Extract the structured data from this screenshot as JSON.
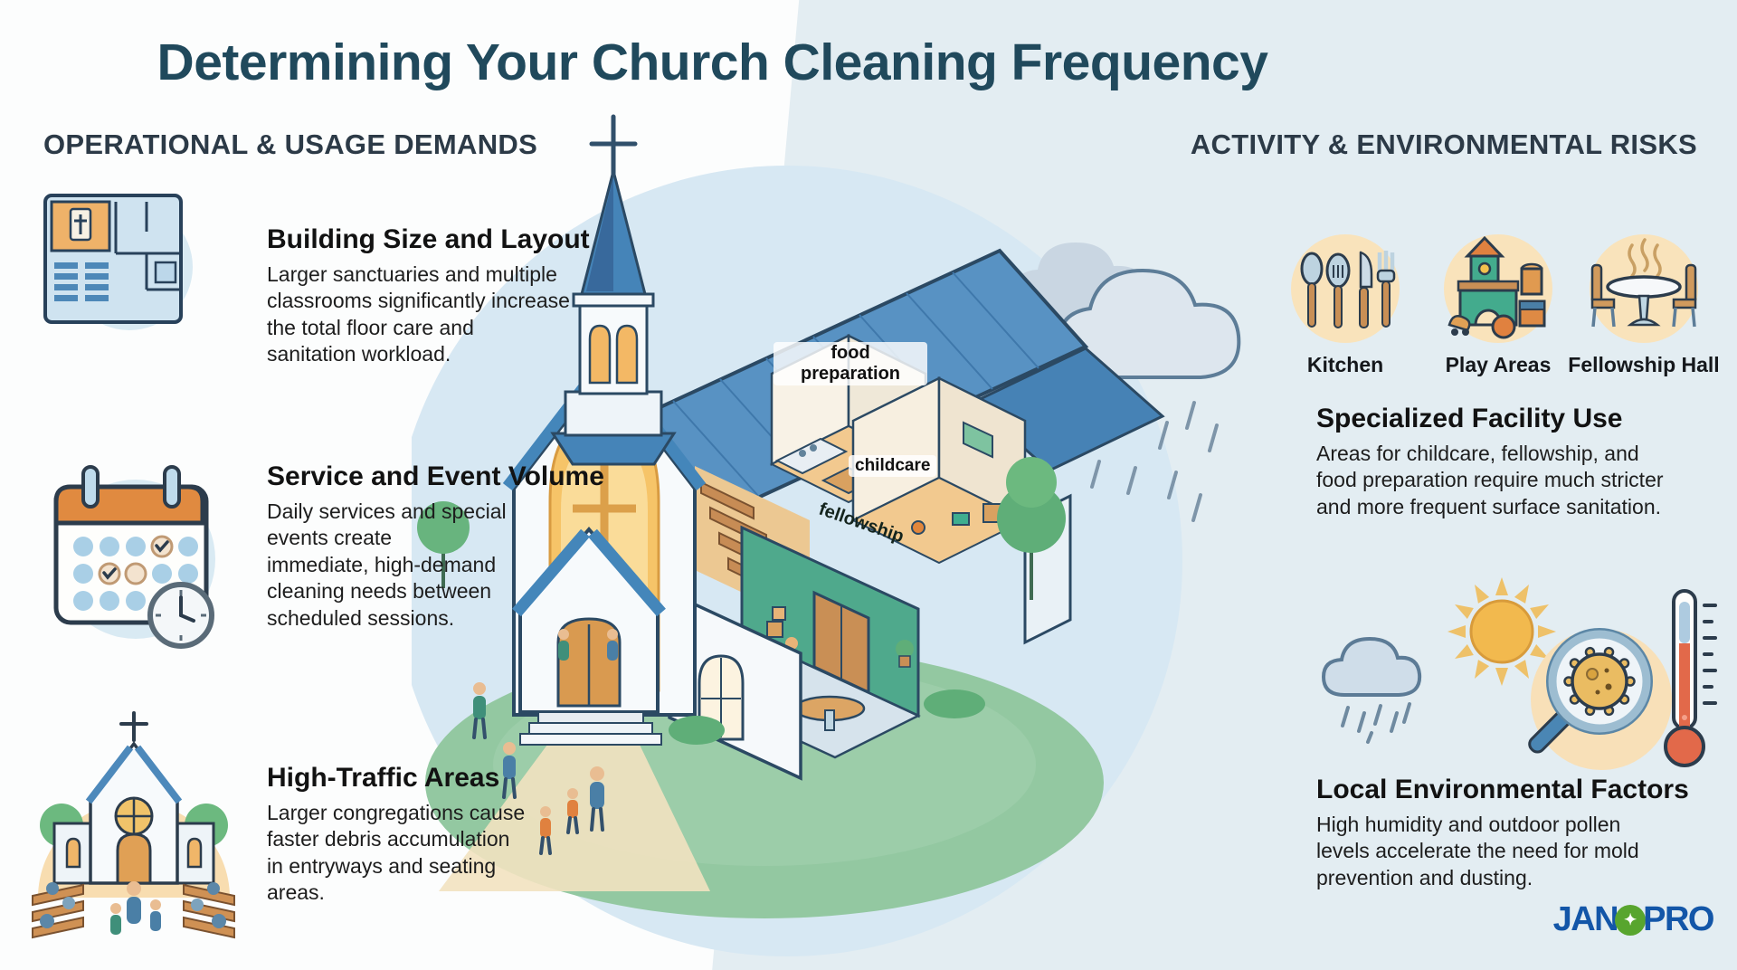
{
  "title": "Determining Your Church Cleaning Frequency",
  "left_section": {
    "heading": "OPERATIONAL & USAGE DEMANDS",
    "items": [
      {
        "icon": "floor-plan-icon",
        "title": "Building Size and Layout",
        "body": "Larger sanctuaries and multiple\nclassrooms significantly increase\nthe total floor care and\nsanitation workload."
      },
      {
        "icon": "calendar-clock-icon",
        "title": "Service and Event Volume",
        "body": "Daily services and special\nevents create\nimmediate, high-demand\ncleaning needs between\nscheduled sessions."
      },
      {
        "icon": "church-congregation-icon",
        "title": "High-Traffic Areas",
        "body": "Larger congregations cause\nfaster debris accumulation\nin entryways and seating\nareas."
      }
    ]
  },
  "right_section": {
    "heading": "ACTIVITY & ENVIRONMENTAL RISKS",
    "facility_icons": [
      {
        "icon": "kitchen-utensils-icon",
        "label": "Kitchen"
      },
      {
        "icon": "toy-blocks-icon",
        "label": "Play Areas"
      },
      {
        "icon": "table-chairs-icon",
        "label": "Fellowship Hall"
      }
    ],
    "specialized": {
      "title": "Specialized Facility Use",
      "body": "Areas for childcare, fellowship, and\nfood preparation require much stricter\nand more frequent surface sanitation."
    },
    "environment_icons": [
      "rain-cloud-icon",
      "sun-icon",
      "magnifier-mold-icon",
      "thermometer-icon"
    ],
    "local": {
      "title": "Local Environmental Factors",
      "body": "High humidity and outdoor pollen\nlevels accelerate the need for mold\nprevention and dusting."
    }
  },
  "church": {
    "labels": {
      "kitchen": "food\npreparation",
      "childcare": "childcare",
      "fellowship": "fellowship"
    }
  },
  "logo": {
    "jan": "JAN",
    "pro": "PRO",
    "sparkle": "✦"
  },
  "colors": {
    "title": "#20495c",
    "section_heading": "#2c3a47",
    "body_text": "#1d1d1d",
    "background_left": "#fcfdfd",
    "background_right": "#e3edf2",
    "roof_blue": "#5892c3",
    "accent_orange": "#e8963f",
    "peach_circle": "#f9e3bb",
    "light_blue_circle": "#d7e8f3",
    "grass_green": "#93c8a1",
    "fellowship_green": "#4fa98c",
    "logo_blue": "#1356a8",
    "logo_green": "#58a52e"
  }
}
